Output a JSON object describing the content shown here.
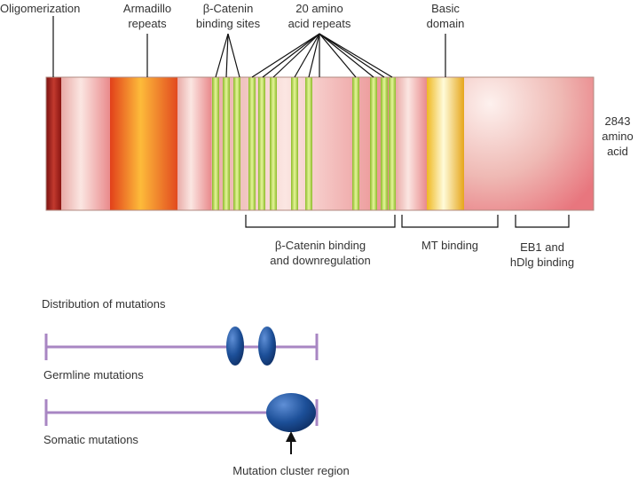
{
  "protein": {
    "domains": {
      "oligomerization": "Oligomerization",
      "armadillo": [
        "Armadillo",
        "repeats"
      ],
      "beta_catenin_sites": [
        "β-Catenin",
        "binding sites"
      ],
      "amino_acid_repeats": [
        "20 amino",
        "acid repeats"
      ],
      "basic": [
        "Basic",
        "domain"
      ]
    },
    "length": [
      "2843",
      "amino",
      "acid"
    ],
    "binding_regions": {
      "beta_catenin_downregulation": [
        "β-Catenin binding",
        "and downregulation"
      ],
      "mt_binding": "MT binding",
      "eb1_hdlg": [
        "EB1 and",
        "hDlg binding"
      ]
    }
  },
  "mutations": {
    "title": "Distribution of mutations",
    "germline": "Germline mutations",
    "somatic": "Somatic mutations",
    "cluster": "Mutation cluster region"
  },
  "colors": {
    "purple_line": "#a886c3",
    "ellipse_blue": "#1c4f98",
    "stripe_green": "#b4d838"
  }
}
